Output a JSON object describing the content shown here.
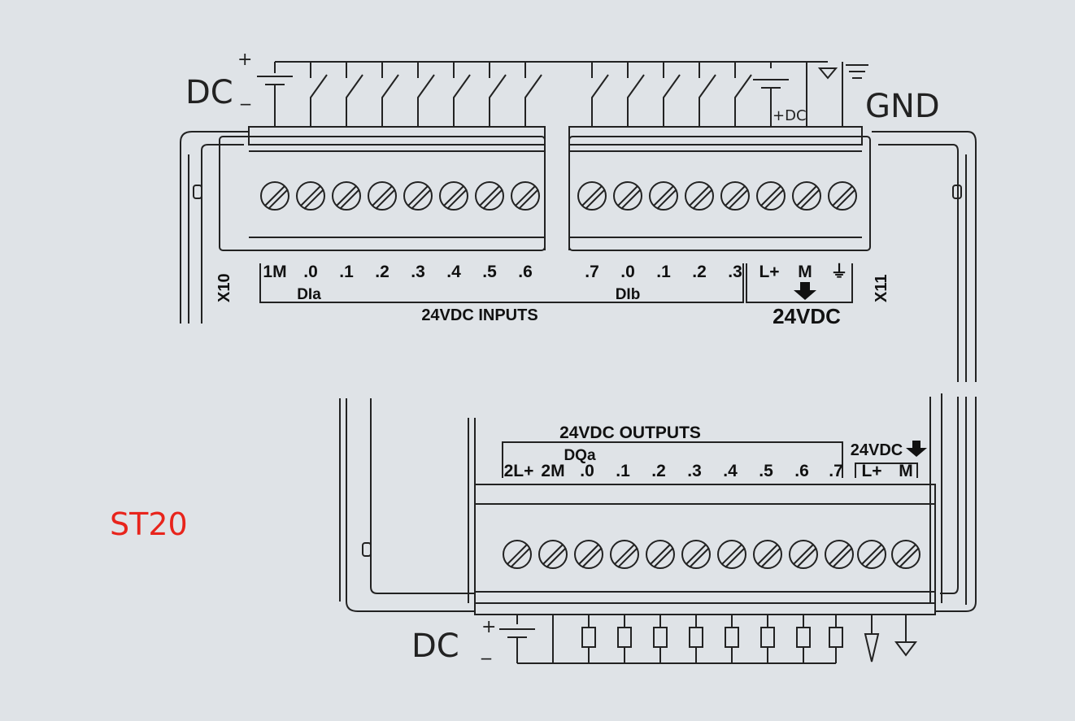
{
  "model": "ST20",
  "colors": {
    "background": "#dfe3e7",
    "line": "#222222",
    "model_label": "#e8241c"
  },
  "inputs": {
    "connector_left": "X10",
    "connector_right": "X11",
    "supply_label": "DC",
    "supply_plus": "+",
    "supply_minus": "_",
    "gnd_label": "GND",
    "plus_dc_label": "+DC",
    "group_a_label": "DIa",
    "group_b_label": "DIb",
    "caption": "24VDC INPUTS",
    "power_caption": "24VDC",
    "terminals_a": [
      "1M",
      ".0",
      ".1",
      ".2",
      ".3",
      ".4",
      ".5",
      ".6"
    ],
    "terminals_b": [
      ".7",
      ".0",
      ".1",
      ".2",
      ".3",
      "L+",
      "M",
      "⏚"
    ]
  },
  "outputs": {
    "caption": "24VDC  OUTPUTS",
    "group_label": "DQa",
    "power_caption": "24VDC",
    "supply_label": "DC",
    "supply_plus": "+",
    "supply_minus": "_",
    "terminals": [
      "2L+",
      "2M",
      ".0",
      ".1",
      ".2",
      ".3",
      ".4",
      ".5",
      ".6",
      ".7",
      "L+",
      "M"
    ]
  }
}
